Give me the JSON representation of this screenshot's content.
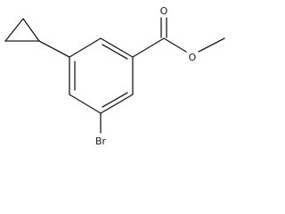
{
  "labels": {
    "carbonyl_oxygen": "O",
    "ester_oxygen": "O",
    "bromine": "Br"
  }
}
